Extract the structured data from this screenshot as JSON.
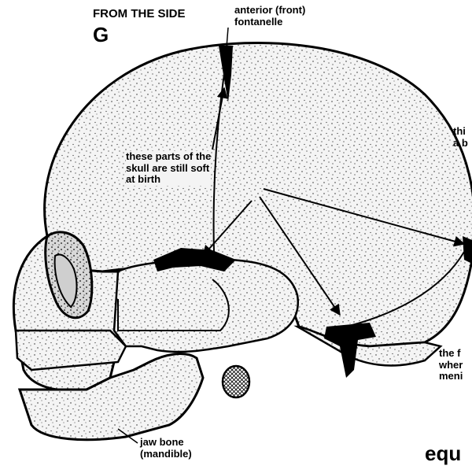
{
  "section_title": "FROM THE SIDE",
  "figure_letter": "G",
  "labels": {
    "anterior_fontanelle": "anterior (front)\nfontanelle",
    "soft_parts": "these parts of the\nskull are still soft\nat birth",
    "jaw_bone": "jaw bone\n(mandible)",
    "right_top_clipped": "thi\na b",
    "right_bottom_clipped": "the f\nwher\nmeni",
    "bottom_clipped": "equ"
  },
  "colors": {
    "ink": "#000000",
    "paper": "#ffffff",
    "skull_fill": "#f4f4f4"
  }
}
